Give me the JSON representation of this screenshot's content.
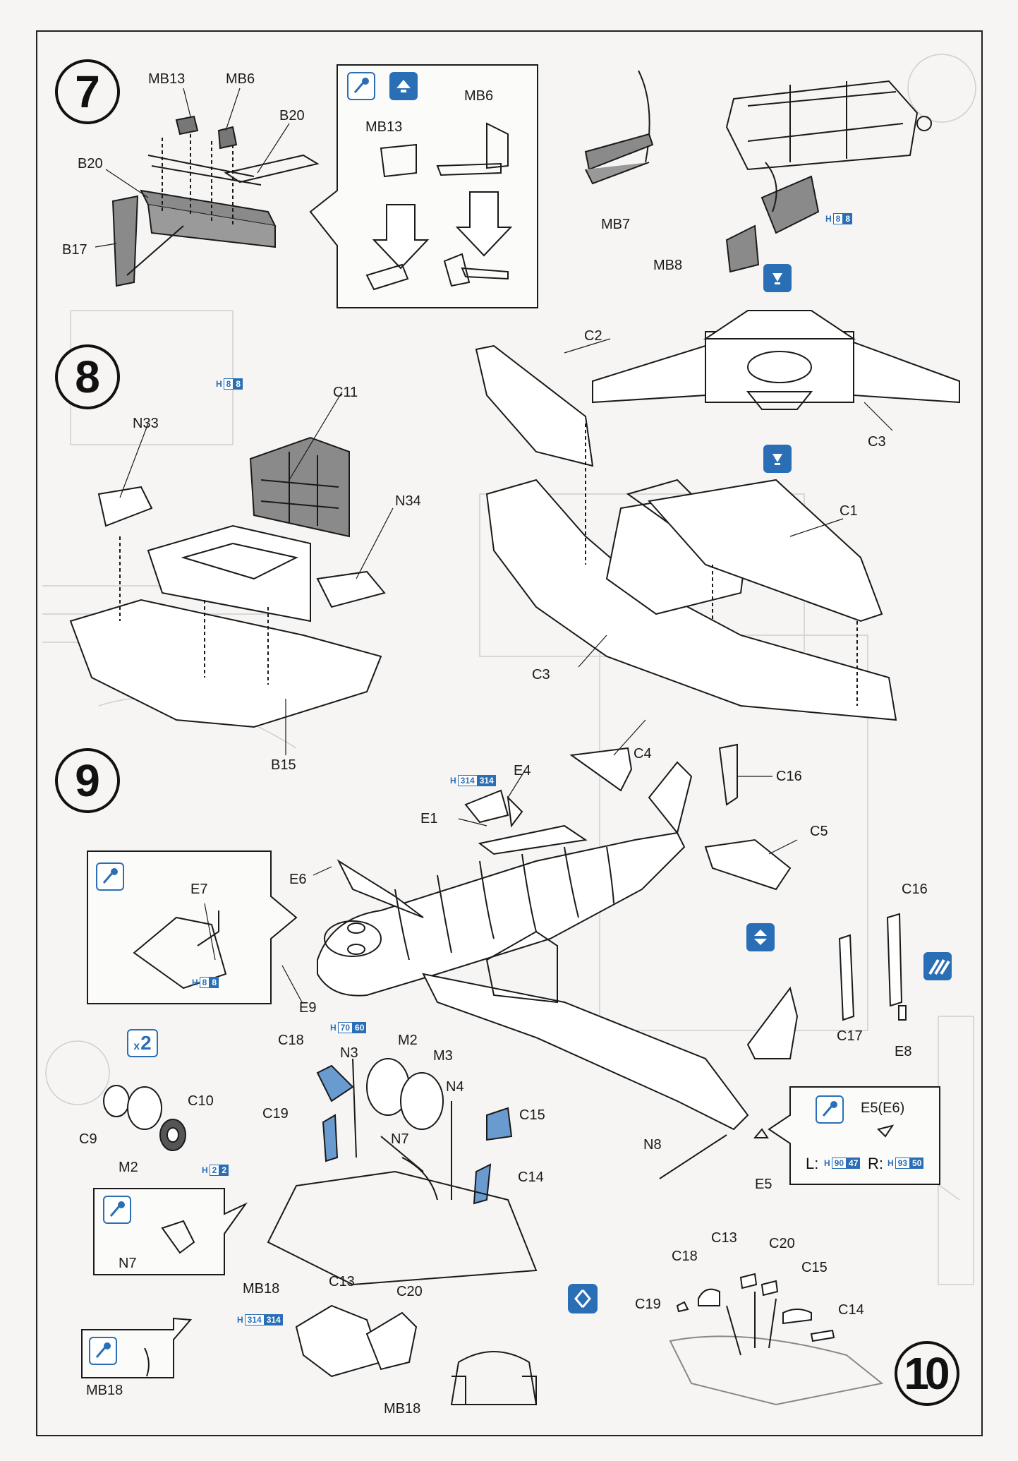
{
  "steps": {
    "s7": "7",
    "s8": "8",
    "s9": "9",
    "s10": "10"
  },
  "labels": {
    "mb13_a": "MB13",
    "mb6_a": "MB6",
    "b20_a": "B20",
    "b20_b": "B20",
    "b17": "B17",
    "mb6_b": "MB6",
    "mb13_b": "MB13",
    "mb7": "MB7",
    "mb8": "MB8",
    "c2": "C2",
    "c3_a": "C3",
    "c11": "C11",
    "n33": "N33",
    "n34": "N34",
    "b15": "B15",
    "c1": "C1",
    "c3_b": "C3",
    "c4": "C4",
    "e4": "E4",
    "e1": "E1",
    "c16_a": "C16",
    "c5": "C5",
    "e6": "E6",
    "e7": "E7",
    "e9": "E9",
    "c16_b": "C16",
    "c17": "C17",
    "e8": "E8",
    "c18_a": "C18",
    "m2_a": "M2",
    "n3": "N3",
    "m3": "M3",
    "n4": "N4",
    "c15_a": "C15",
    "c19_a": "C19",
    "n7_a": "N7",
    "c14_a": "C14",
    "c10": "C10",
    "c9": "C9",
    "m2_b": "M2",
    "e5e6": "E5(E6)",
    "n8": "N8",
    "e5": "E5",
    "n7_b": "N7",
    "mb18_a": "MB18",
    "c13_a": "C13",
    "c20_a": "C20",
    "mb18_b": "MB18",
    "mb18_c": "MB18",
    "c13_b": "C13",
    "c18_b": "C18",
    "c20_b": "C20",
    "c15_b": "C15",
    "c19_b": "C19",
    "c14_b": "C14"
  },
  "paint": {
    "h8_step7": {
      "prefix": "H",
      "codes": [
        "8",
        "8"
      ]
    },
    "h8_step8": {
      "prefix": "H",
      "codes": [
        "8",
        "8"
      ]
    },
    "h314_e4": {
      "prefix": "H",
      "codes": [
        "314",
        "314"
      ]
    },
    "h8_e7": {
      "prefix": "H",
      "codes": [
        "8",
        "8"
      ]
    },
    "h70_60": {
      "prefix": "H",
      "codes": [
        "70",
        "60"
      ]
    },
    "h2_2": {
      "prefix": "H",
      "codes": [
        "2",
        "2"
      ]
    },
    "h90_47": {
      "prefix": "H",
      "codes": [
        "90",
        "47"
      ]
    },
    "h93_50": {
      "prefix": "H",
      "codes": [
        "93",
        "50"
      ]
    },
    "h314_mb18": {
      "prefix": "H",
      "codes": [
        "314",
        "314"
      ]
    }
  },
  "left_right": {
    "l": "L:",
    "r": "R:"
  },
  "multiplier": {
    "x": "x",
    "n": "2"
  },
  "colors": {
    "accent": "#2a6fb5",
    "line": "#1a1a1a",
    "paper": "#f6f5f3",
    "ghost": "#c9c9c9"
  },
  "icons": [
    "paint-icon",
    "cement-icon",
    "flip-icon",
    "decal-icon",
    "symmetric-icon"
  ]
}
